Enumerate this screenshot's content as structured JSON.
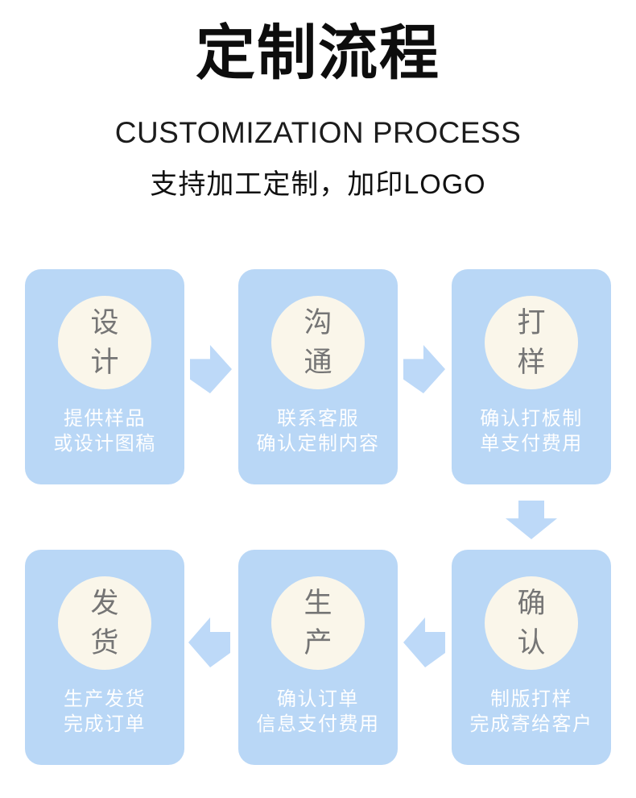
{
  "header": {
    "title": "定制流程",
    "subtitle": "CUSTOMIZATION PROCESS",
    "tagline": "支持加工定制，加印LOGO"
  },
  "steps": [
    {
      "circle_line1": "设",
      "circle_line2": "计",
      "desc_line1": "提供样品",
      "desc_line2": "或设计图稿"
    },
    {
      "circle_line1": "沟",
      "circle_line2": "通",
      "desc_line1": "联系客服",
      "desc_line2": "确认定制内容"
    },
    {
      "circle_line1": "打",
      "circle_line2": "样",
      "desc_line1": "确认打板制",
      "desc_line2": "单支付费用"
    },
    {
      "circle_line1": "确",
      "circle_line2": "认",
      "desc_line1": "制版打样",
      "desc_line2": "完成寄给客户"
    },
    {
      "circle_line1": "生",
      "circle_line2": "产",
      "desc_line1": "确认订单",
      "desc_line2": "信息支付费用"
    },
    {
      "circle_line1": "发",
      "circle_line2": "货",
      "desc_line1": "生产发货",
      "desc_line2": "完成订单"
    }
  ],
  "colors": {
    "card_bg": "#b9d7f6",
    "arrow_color": "#bdd9f8",
    "circle_bg": "#faf6ea",
    "circle_text": "#757575",
    "desc_text": "#ffffff",
    "title_color": "#0d0d0d",
    "subtitle_color": "#1c1c1c",
    "tagline_color": "#111111"
  }
}
